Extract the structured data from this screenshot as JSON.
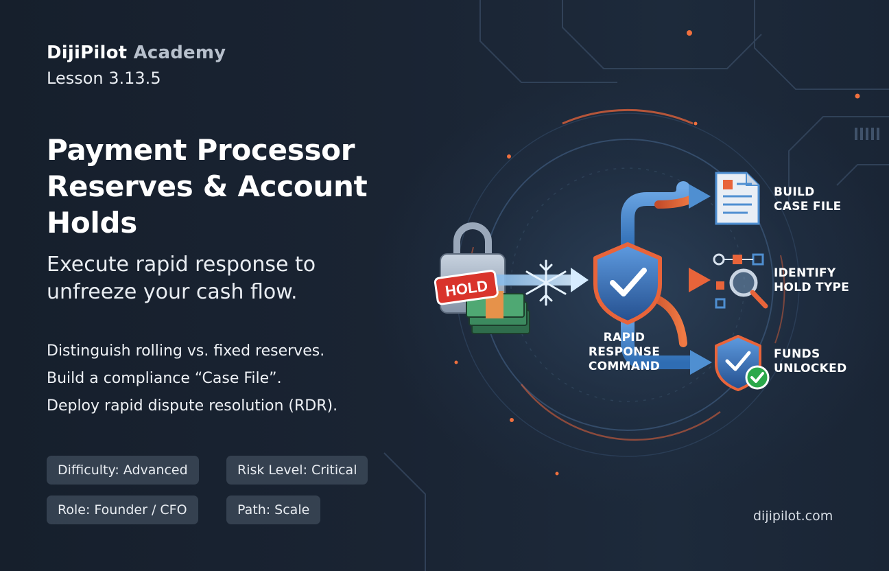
{
  "brand": {
    "name": "DijiPilot",
    "suffix": "Academy"
  },
  "lesson": "Lesson 3.13.5",
  "title": {
    "line1": "Payment Processor",
    "line2": "Reserves & Account",
    "line3": "Holds"
  },
  "subtitle": {
    "line1": "Execute rapid response to",
    "line2": "unfreeze your cash flow."
  },
  "bullets": [
    "Distinguish rolling vs. fixed reserves.",
    "Build a compliance “Case File”.",
    "Deploy rapid dispute resolution (RDR)."
  ],
  "tags": [
    "Difficulty: Advanced",
    "Risk Level: Critical",
    "Role: Founder / CFO",
    "Path: Scale"
  ],
  "diagram": {
    "hold_label": "HOLD",
    "center": {
      "line1": "RAPID",
      "line2": "RESPONSE",
      "line3": "COMMAND"
    },
    "steps": [
      {
        "line1": "BUILD",
        "line2": "CASE FILE",
        "icon": "document-icon"
      },
      {
        "line1": "IDENTIFY",
        "line2": "HOLD TYPE",
        "icon": "flowchart-magnifier-icon"
      },
      {
        "line1": "FUNDS",
        "line2": "UNLOCKED",
        "icon": "shield-check-icon"
      }
    ]
  },
  "website": "dijipilot.com",
  "colors": {
    "accent_orange": "#e8643a",
    "accent_blue": "#4f8fd1",
    "hold_red": "#d9342b",
    "check_green": "#2ba84a"
  }
}
